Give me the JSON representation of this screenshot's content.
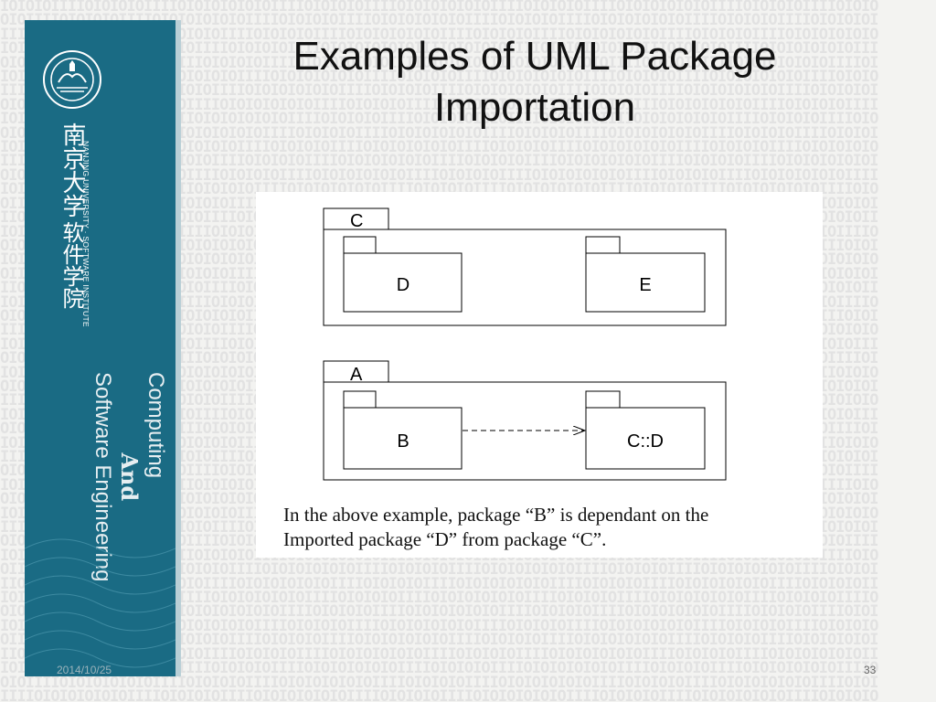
{
  "slide": {
    "title_line1": "Examples of UML Package",
    "title_line2": "Importation",
    "date": "2014/10/25",
    "page_number": "33"
  },
  "sidebar": {
    "university_cn": "南京大学",
    "institute_cn": "软件学院",
    "university_en": "NANJING UNIVERSITY · SOFTWARE INSTITUTE",
    "caption_line1": "Computing",
    "caption_line2": "And",
    "caption_line3": "Software Engineering"
  },
  "diagram": {
    "top_group": {
      "package": "C",
      "children": [
        "D",
        "E"
      ]
    },
    "bottom_group": {
      "package": "A",
      "children": [
        "B",
        "C::D"
      ],
      "dependency": {
        "from": "B",
        "to": "C::D",
        "style": "dashed-arrow"
      }
    },
    "caption_line1": "In the above example, package “B” is dependant on the",
    "caption_line2": "Imported package “D” from package “C”."
  },
  "colors": {
    "sidebar": "#1a6b84",
    "sidebar_shadow": "#b9cfd6",
    "background": "#f3f3f1"
  }
}
